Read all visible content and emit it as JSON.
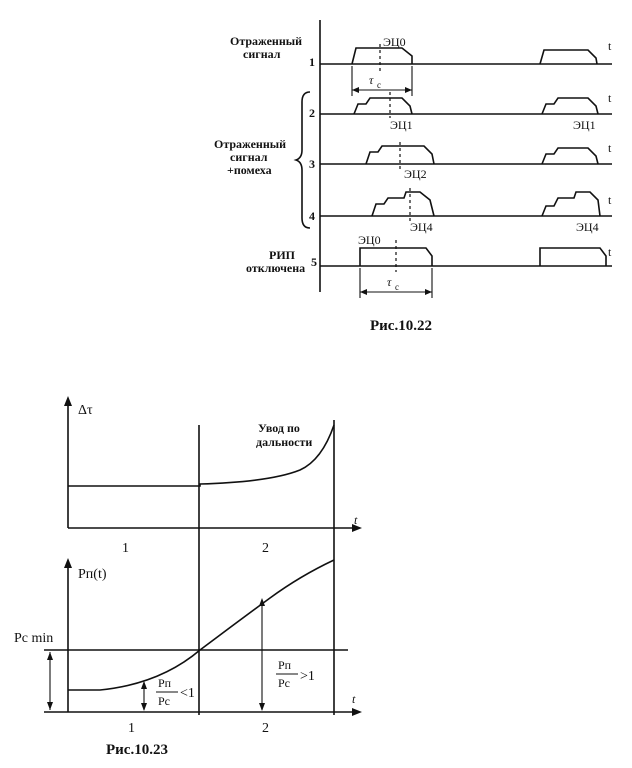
{
  "fig22": {
    "caption": "Рис.10.22",
    "label_reflected_1": "Отраженный",
    "label_reflected_2": "сигнал",
    "label_mixed_1": "Отраженный",
    "label_mixed_2": "сигнал",
    "label_mixed_3": "+помеха",
    "label_rip_1": "РИП",
    "label_rip_2": "отключена",
    "axis_t": "t",
    "row_numbers": [
      "1",
      "2",
      "3",
      "4",
      "5"
    ],
    "ec0": "ЭЦ0",
    "ec1": "ЭЦ1",
    "ec2": "ЭЦ2",
    "ec4": "ЭЦ4",
    "tau": "τ",
    "tau_sub": "c"
  },
  "fig23": {
    "caption": "Рис.10.23",
    "delta_tau": "Δτ",
    "uvod_1": "Увод по",
    "uvod_2": "дальности",
    "axis_t": "t",
    "region_1": "1",
    "region_2": "2",
    "pp_t": "Pп(t)",
    "pc_min": "Pc min",
    "ratio_num": "Pп",
    "ratio_den": "Pc",
    "lt1": "<1",
    "gt1": ">1"
  }
}
